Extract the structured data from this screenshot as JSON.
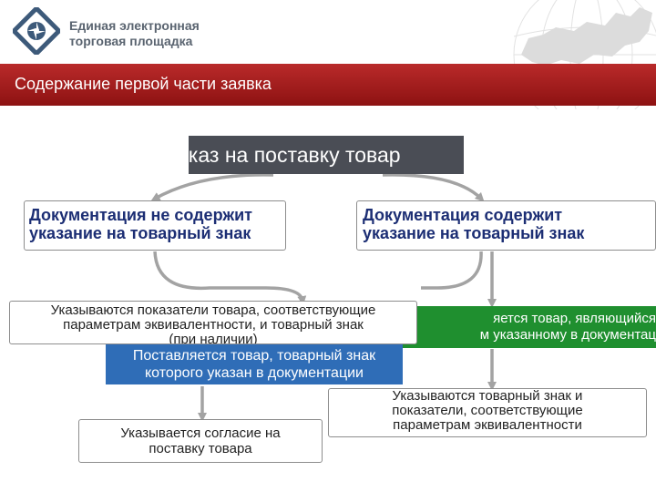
{
  "header": {
    "logo_line1": "Единая электронная",
    "logo_line2": "торговая площадка",
    "title": "Содержание первой части заявка"
  },
  "diagram": {
    "top_box": "аказ на поставку товар",
    "doc_left": [
      "Документация не содержит",
      "указание на товарный знак"
    ],
    "doc_right": [
      "Документация содержит",
      "указание на товарный знак"
    ],
    "green_box": [
      "яется товар, являющийся",
      "м указанному в документац"
    ],
    "indicators_box": [
      "Указываются показатели товара, соответствующие",
      "параметрам эквивалентности, и товарный знак",
      "(при наличии)"
    ],
    "blue_box": [
      "Поставляется товар, товарный знак",
      "которого указан в документации"
    ],
    "consent_box": [
      "Указывается согласие на",
      "поставку товара"
    ],
    "right_bottom_box": [
      "Указываются товарный знак и",
      "показатели, соответствующие",
      "параметрам эквивалентности"
    ]
  },
  "colors": {
    "title_bar": "#a01d1d",
    "top_box": "#4a4d55",
    "doc_text": "#1c2e74",
    "green": "#1f8f2f",
    "blue": "#2f6db7",
    "arrow": "#a3a3a3"
  }
}
